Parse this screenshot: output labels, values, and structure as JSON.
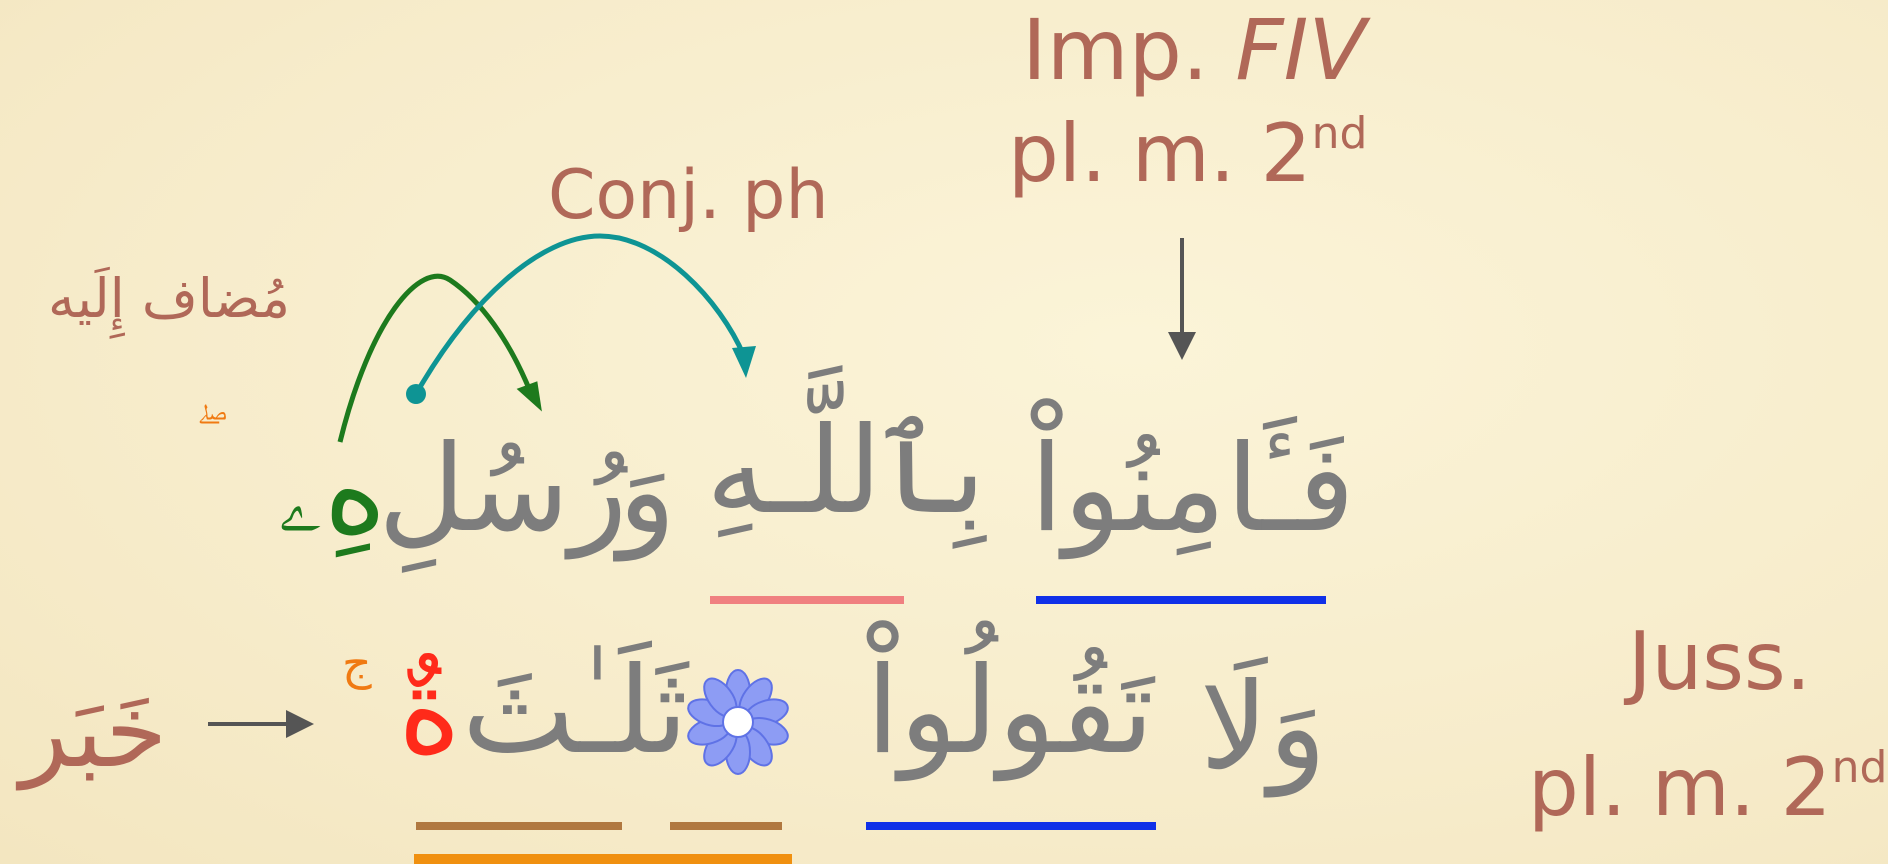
{
  "labels": {
    "imp_line1": "Imp.",
    "imp_form": "FIV",
    "imp_line2": "pl. m. 2",
    "imp_sup": "nd",
    "conj": "Conj. ph",
    "mudaf": "مُضاف إِلَيه",
    "juss_line1": "Juss.",
    "juss_line2": "pl. m. 2",
    "juss_sup": "nd",
    "khabar": "خَبَر"
  },
  "verse": {
    "line1": {
      "fa_aminu": "فَـَٔامِنُواْ",
      "billahi": "بِٱللَّـهِ",
      "wa": "وَ",
      "rusuli": "رُسُلِ",
      "hi": "هِۦ",
      "pause_mark": "ۖ"
    },
    "line2": {
      "wala": "وَلَا",
      "taqulu": "تَقُولُواْ",
      "thalath": "ثَلَـٰثَ",
      "tun": "ةٌ",
      "pause_mark": "ج"
    }
  },
  "colors": {
    "background": "#f7eccb",
    "label": "#b06858",
    "arabic": "#7d7d7d",
    "green": "#1d7a1d",
    "teal": "#0e9494",
    "orange": "#f07a12",
    "red": "#ff2a1a",
    "blue_underline": "#1030e8",
    "pink_underline": "#f08080",
    "brown_underline": "#b07840",
    "orange_underline": "#f09010",
    "flower": "#8d9cf4"
  },
  "icons": {
    "flower": "flower-ornament-icon"
  }
}
